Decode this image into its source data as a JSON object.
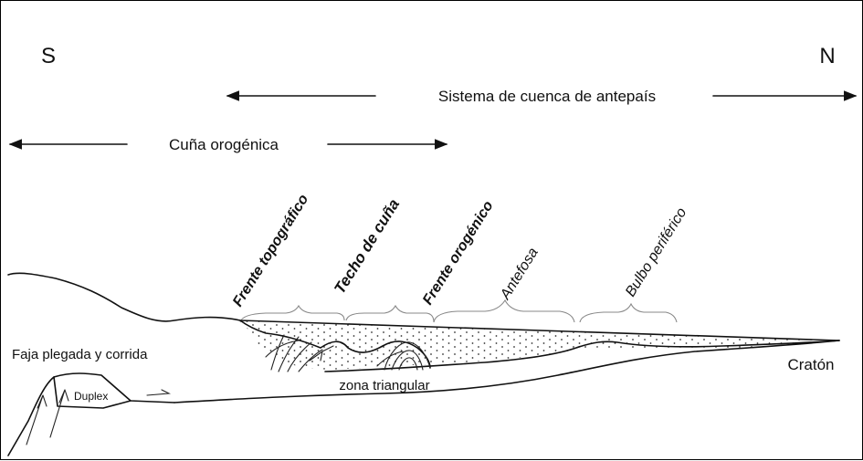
{
  "directions": {
    "south": "S",
    "north": "N"
  },
  "systems": {
    "foreland_basin": "Sistema de cuenca de antepaís",
    "orogenic_wedge": "Cuña orogénica"
  },
  "zones": {
    "topographic_front": "Frente topográfico",
    "wedge_top": "Techo de cuña",
    "orogenic_front": "Frente orogénico",
    "foredeep": "Antefosa",
    "forebulge": "Bulbo periférico"
  },
  "structures": {
    "fold_thrust_belt": "Faja plegada y corrida",
    "duplex": "Duplex",
    "triangle_zone": "zona triangular",
    "craton": "Cratón"
  },
  "colors": {
    "line": "#111111",
    "brace": "#888888",
    "background": "#ffffff"
  }
}
